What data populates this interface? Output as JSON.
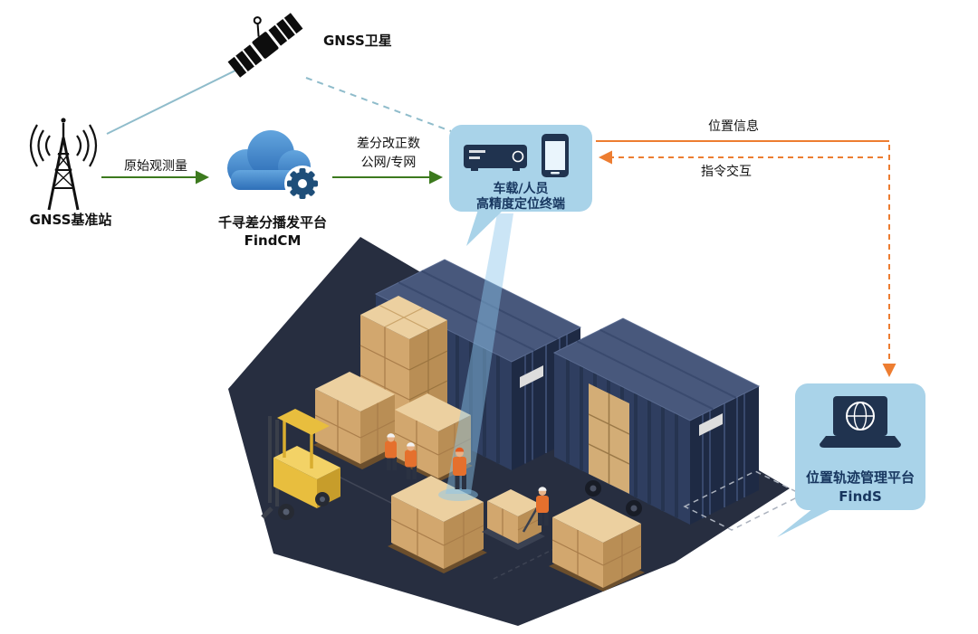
{
  "labels": {
    "satellite": "GNSS卫星",
    "base_station": "GNSS基准站",
    "raw_observation": "原始观测量",
    "cloud_name": "千寻差分播发平台",
    "cloud_product": "FindCM",
    "corrections_line1": "差分改正数",
    "corrections_line2": "公网/专网",
    "terminal_line1": "车载/人员",
    "terminal_line2": "高精度定位终端",
    "position_info": "位置信息",
    "command_interaction": "指令交互",
    "finds_name": "位置轨迹管理平台",
    "finds_product": "FindS"
  },
  "colors": {
    "link_teal": "#8fbccb",
    "arrow_green": "#3c7a1e",
    "arrow_orange": "#ed7d31",
    "card_blue": "#a9d3e9",
    "navy_text": "#17365f",
    "cloud_blue": "#3b87cf",
    "platform": "#272e40",
    "container": "#2f3e60",
    "carton": "#d2a76e",
    "forklift_yellow": "#e8be3e"
  }
}
